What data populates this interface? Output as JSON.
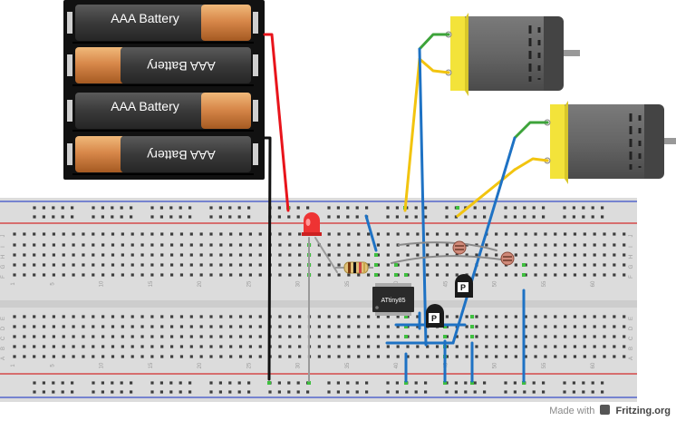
{
  "battery_pack": {
    "cells": [
      {
        "label": "AAA Battery",
        "flipped": false
      },
      {
        "label": "AAA Battery",
        "flipped": true
      },
      {
        "label": "AAA Battery",
        "flipped": false
      },
      {
        "label": "AAA Battery",
        "flipped": true
      }
    ]
  },
  "breadboard": {
    "column_numbers": [
      "1",
      "5",
      "10",
      "15",
      "20",
      "25",
      "30",
      "35",
      "40",
      "45",
      "50",
      "55",
      "60"
    ],
    "row_letters_top": [
      "J",
      "I",
      "H",
      "G",
      "F"
    ],
    "row_letters_bottom": [
      "E",
      "D",
      "C",
      "B",
      "A"
    ]
  },
  "chip": {
    "label": "ATtiny85"
  },
  "transistors": [
    {
      "label": "P"
    },
    {
      "label": "P"
    }
  ],
  "footer": {
    "made_with": "Made with",
    "brand": "Fritzing.org"
  },
  "colors": {
    "wire_red": "#e8141b",
    "wire_black": "#111111",
    "wire_blue": "#1e72c4",
    "wire_yellow": "#f2c40f",
    "wire_green": "#3da33a",
    "motor_yellow": "#f3e33a",
    "breadboard": "#d9d9d9",
    "rail_red": "#d12c2c",
    "rail_blue": "#3a4ec8",
    "led_red": "#ee3333"
  }
}
